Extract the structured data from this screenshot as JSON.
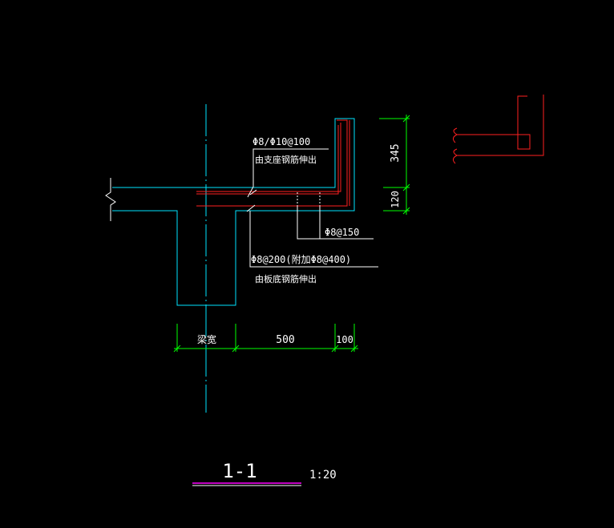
{
  "colors": {
    "background": "#000000",
    "concrete_outline": "#00e5ff",
    "rebar": "#ff2020",
    "dimension": "#00ff00",
    "text_and_leaders": "#ffffff",
    "title_underline": "#ff00ff"
  },
  "annotations": {
    "top_rebar_spec": "Φ8/Φ10@100",
    "top_rebar_note": "由支座钢筋伸出",
    "stirrup_spec": "Φ8@150",
    "bottom_rebar_spec": "Φ8@200(附加Φ8@400)",
    "bottom_rebar_note": "由板底钢筋伸出"
  },
  "dimensions": {
    "beam_width": "梁宽",
    "overhang": "500",
    "upstand_width": "100",
    "upstand_height": "345",
    "slab_thickness": "120"
  },
  "title": {
    "section_label": "1-1",
    "scale": "1:20"
  }
}
